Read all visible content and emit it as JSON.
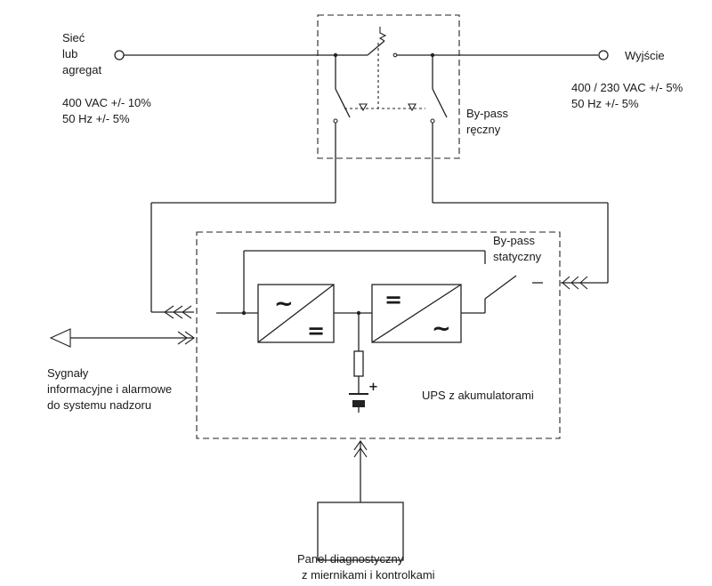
{
  "input": {
    "label_lines": [
      "Sieć",
      "lub",
      "agregat"
    ],
    "spec_lines": [
      "400 VAC +/- 10%",
      "50 Hz +/- 5%"
    ]
  },
  "output": {
    "label": "Wyjście",
    "spec_lines": [
      "400 / 230 VAC +/- 5%",
      "50 Hz +/- 5%"
    ]
  },
  "manual_bypass": {
    "label_lines": [
      "By-pass",
      "ręczny"
    ]
  },
  "static_bypass": {
    "label_lines": [
      "By-pass",
      "statyczny"
    ]
  },
  "ups": {
    "label": "UPS z akumulatorami"
  },
  "rectifier": {
    "ac_symbol": "~",
    "dc_symbol": "="
  },
  "inverter": {
    "dc_symbol": "=",
    "ac_symbol": "~"
  },
  "battery": {
    "plus_symbol": "+"
  },
  "signals": {
    "label_lines": [
      "Sygnały",
      "informacyjne i alarmowe",
      "do systemu nadzoru"
    ]
  },
  "panel": {
    "label_lines": [
      "Panel diagnostyczny",
      "z miernikami i kontrolkami"
    ]
  }
}
